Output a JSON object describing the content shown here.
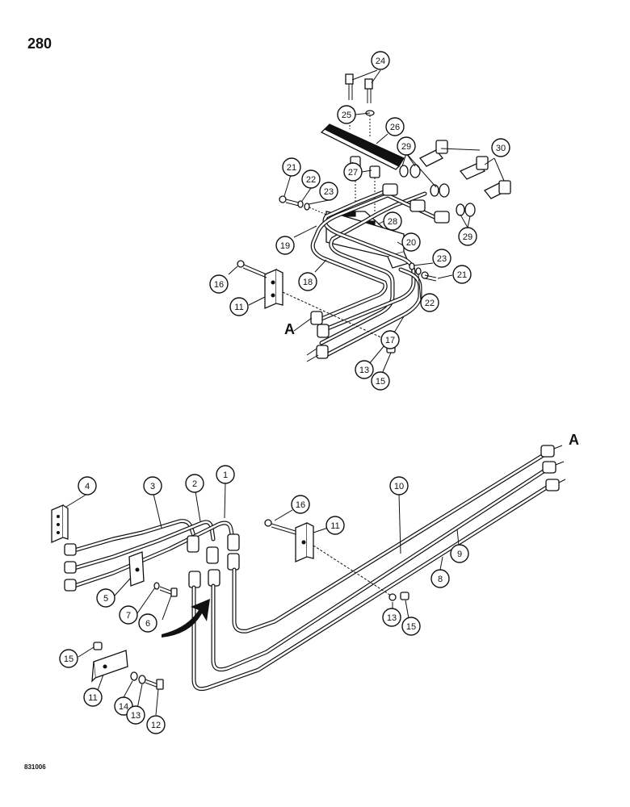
{
  "page_number": "280",
  "figure_code": "831006",
  "reference_letter": "A",
  "callouts": [
    {
      "id": "c24",
      "label": "24"
    },
    {
      "id": "c25",
      "label": "25"
    },
    {
      "id": "c26",
      "label": "26"
    },
    {
      "id": "c27",
      "label": "27"
    },
    {
      "id": "c28",
      "label": "28"
    },
    {
      "id": "c29a",
      "label": "29"
    },
    {
      "id": "c29b",
      "label": "29"
    },
    {
      "id": "c30",
      "label": "30"
    },
    {
      "id": "c21a",
      "label": "21"
    },
    {
      "id": "c22a",
      "label": "22"
    },
    {
      "id": "c23a",
      "label": "23"
    },
    {
      "id": "c19",
      "label": "19"
    },
    {
      "id": "c20",
      "label": "20"
    },
    {
      "id": "c23b",
      "label": "23"
    },
    {
      "id": "c21b",
      "label": "21"
    },
    {
      "id": "c22b",
      "label": "22"
    },
    {
      "id": "c16a",
      "label": "16"
    },
    {
      "id": "c11a",
      "label": "11"
    },
    {
      "id": "c18",
      "label": "18"
    },
    {
      "id": "c17",
      "label": "17"
    },
    {
      "id": "c13a",
      "label": "13"
    },
    {
      "id": "c15a",
      "label": "15"
    },
    {
      "id": "c4",
      "label": "4"
    },
    {
      "id": "c3",
      "label": "3"
    },
    {
      "id": "c2",
      "label": "2"
    },
    {
      "id": "c1",
      "label": "1"
    },
    {
      "id": "c10",
      "label": "10"
    },
    {
      "id": "c16b",
      "label": "16"
    },
    {
      "id": "c11b",
      "label": "11"
    },
    {
      "id": "c9",
      "label": "9"
    },
    {
      "id": "c8",
      "label": "8"
    },
    {
      "id": "c5",
      "label": "5"
    },
    {
      "id": "c7",
      "label": "7"
    },
    {
      "id": "c6",
      "label": "6"
    },
    {
      "id": "c13b",
      "label": "13"
    },
    {
      "id": "c15b",
      "label": "15"
    },
    {
      "id": "c15c",
      "label": "15"
    },
    {
      "id": "c11c",
      "label": "11"
    },
    {
      "id": "c14",
      "label": "14"
    },
    {
      "id": "c13c",
      "label": "13"
    },
    {
      "id": "c12",
      "label": "12"
    }
  ]
}
